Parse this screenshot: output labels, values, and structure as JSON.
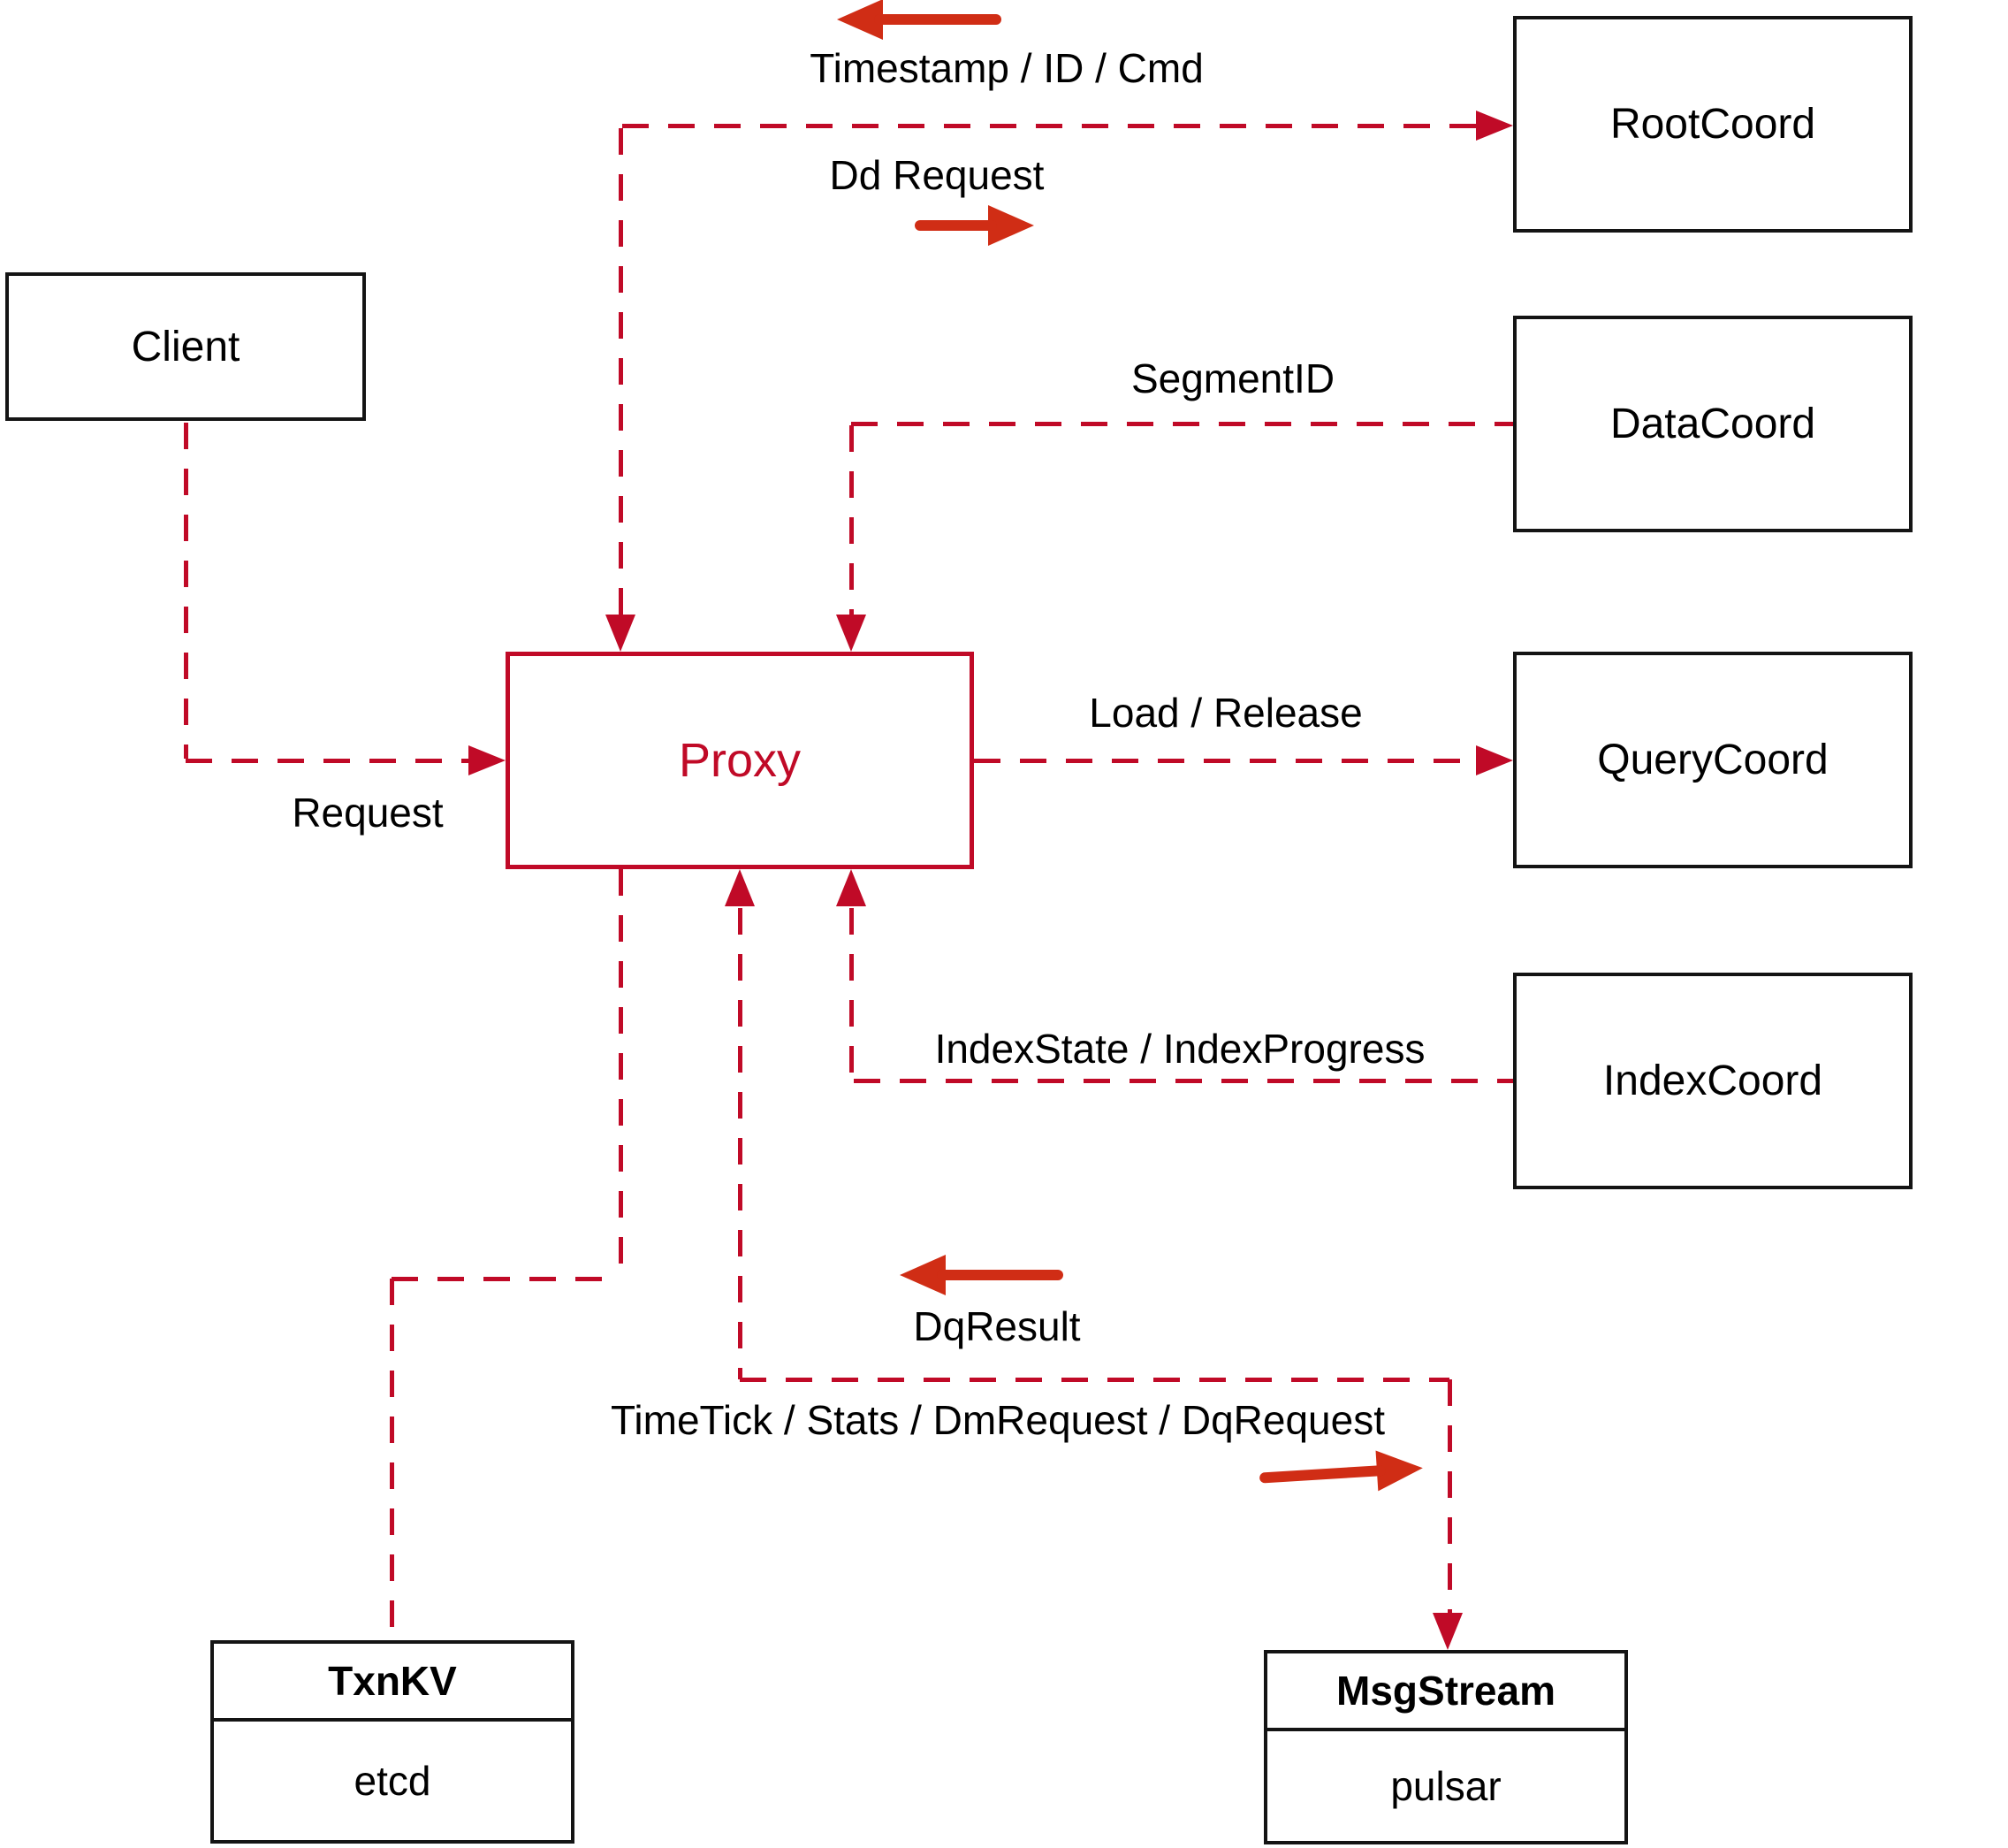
{
  "colors": {
    "dashed_line": "#c00a27",
    "solid_arrow": "#d02d15",
    "proxy_accent": "#c00a27",
    "box_border": "#141414",
    "background": "#ffffff"
  },
  "nodes": {
    "client": {
      "label": "Client"
    },
    "root_coord": {
      "label": "RootCoord"
    },
    "data_coord": {
      "label": "DataCoord"
    },
    "query_coord": {
      "label": "QueryCoord"
    },
    "index_coord": {
      "label": "IndexCoord"
    },
    "proxy": {
      "label": "Proxy"
    },
    "txn_kv": {
      "title": "TxnKV",
      "implementation": "etcd"
    },
    "msg_stream": {
      "title": "MsgStream",
      "implementation": "pulsar"
    }
  },
  "edge_labels": {
    "timestamp_id_cmd": "Timestamp / ID / Cmd",
    "dd_request": "Dd Request",
    "segment_id": "SegmentID",
    "request": "Request",
    "load_release": "Load / Release",
    "index_state_progress": "IndexState / IndexProgress",
    "dq_result": "DqResult",
    "timetick_stats": "TimeTick / Stats / DmRequest / DqRequest"
  }
}
